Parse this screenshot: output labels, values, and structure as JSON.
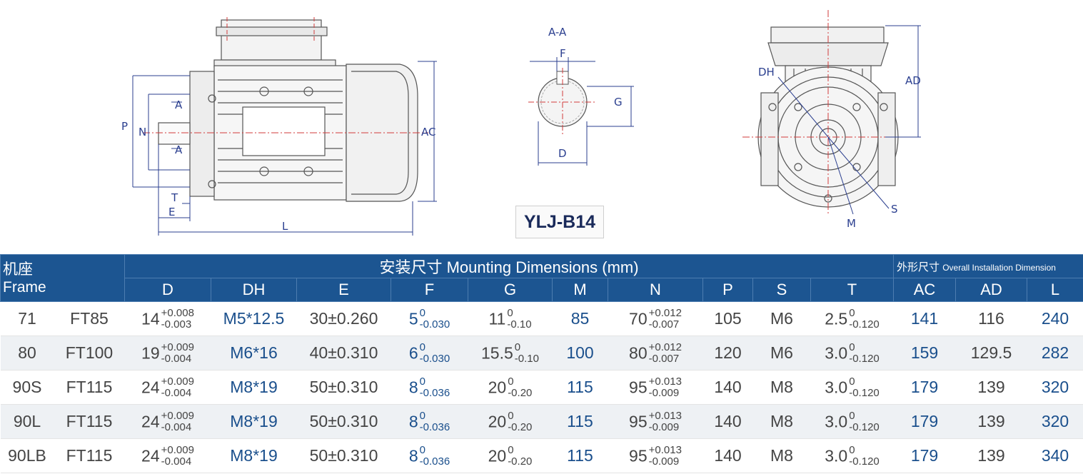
{
  "model": "YLJ-B14",
  "drawing_labels": {
    "section": "A-A",
    "arrow_a": "A",
    "p": "P",
    "n": "N",
    "t": "T",
    "e": "E",
    "l": "L",
    "ac": "AC",
    "f": "F",
    "g": "G",
    "d": "D",
    "ad": "AD",
    "dh": "DH",
    "s": "S",
    "m": "M"
  },
  "header": {
    "frame_cn": "机座",
    "frame_en": "Frame",
    "mounting": "安装尺寸 Mounting Dimensions (mm)",
    "overall_cn": "外形尺寸",
    "overall_en": "Overall Installation Dimension",
    "columns": [
      "D",
      "DH",
      "E",
      "F",
      "G",
      "M",
      "N",
      "P",
      "S",
      "T",
      "AC",
      "AD",
      "L"
    ]
  },
  "rows": [
    {
      "frame": "71",
      "flange": "FT85",
      "d": "14",
      "d_up": "+0.008",
      "d_lo": "-0.003",
      "dh": "M5*12.5",
      "e": "30±0.260",
      "f": "5",
      "f_up": "0",
      "f_lo": "-0.030",
      "g": "11",
      "g_up": "0",
      "g_lo": "-0.10",
      "m": "85",
      "n": "70",
      "n_up": "+0.012",
      "n_lo": "-0.007",
      "p": "105",
      "s": "M6",
      "t": "2.5",
      "t_up": "0",
      "t_lo": "-0.120",
      "ac": "141",
      "ad": "116",
      "l": "240"
    },
    {
      "frame": "80",
      "flange": "FT100",
      "d": "19",
      "d_up": "+0.009",
      "d_lo": "-0.004",
      "dh": "M6*16",
      "e": "40±0.310",
      "f": "6",
      "f_up": "0",
      "f_lo": "-0.030",
      "g": "15.5",
      "g_up": "0",
      "g_lo": "-0.10",
      "m": "100",
      "n": "80",
      "n_up": "+0.012",
      "n_lo": "-0.007",
      "p": "120",
      "s": "M6",
      "t": "3.0",
      "t_up": "0",
      "t_lo": "-0.120",
      "ac": "159",
      "ad": "129.5",
      "l": "282"
    },
    {
      "frame": "90S",
      "flange": "FT115",
      "d": "24",
      "d_up": "+0.009",
      "d_lo": "-0.004",
      "dh": "M8*19",
      "e": "50±0.310",
      "f": "8",
      "f_up": "0",
      "f_lo": "-0.036",
      "g": "20",
      "g_up": "0",
      "g_lo": "-0.20",
      "m": "115",
      "n": "95",
      "n_up": "+0.013",
      "n_lo": "-0.009",
      "p": "140",
      "s": "M8",
      "t": "3.0",
      "t_up": "0",
      "t_lo": "-0.120",
      "ac": "179",
      "ad": "139",
      "l": "320"
    },
    {
      "frame": "90L",
      "flange": "FT115",
      "d": "24",
      "d_up": "+0.009",
      "d_lo": "-0.004",
      "dh": "M8*19",
      "e": "50±0.310",
      "f": "8",
      "f_up": "0",
      "f_lo": "-0.036",
      "g": "20",
      "g_up": "0",
      "g_lo": "-0.20",
      "m": "115",
      "n": "95",
      "n_up": "+0.013",
      "n_lo": "-0.009",
      "p": "140",
      "s": "M8",
      "t": "3.0",
      "t_up": "0",
      "t_lo": "-0.120",
      "ac": "179",
      "ad": "139",
      "l": "320"
    },
    {
      "frame": "90LB",
      "flange": "FT115",
      "d": "24",
      "d_up": "+0.009",
      "d_lo": "-0.004",
      "dh": "M8*19",
      "e": "50±0.310",
      "f": "8",
      "f_up": "0",
      "f_lo": "-0.036",
      "g": "20",
      "g_up": "0",
      "g_lo": "-0.20",
      "m": "115",
      "n": "95",
      "n_up": "+0.013",
      "n_lo": "-0.009",
      "p": "140",
      "s": "M8",
      "t": "3.0",
      "t_up": "0",
      "t_lo": "-0.120",
      "ac": "179",
      "ad": "139",
      "l": "340"
    }
  ],
  "colors": {
    "header_bg": "#1c5591",
    "header_text": "#ffffff",
    "blue_text": "#1a4f8c",
    "stripe": "#eef1f4",
    "dim_line": "#2b3f8f",
    "center_line": "#d23b3b"
  }
}
